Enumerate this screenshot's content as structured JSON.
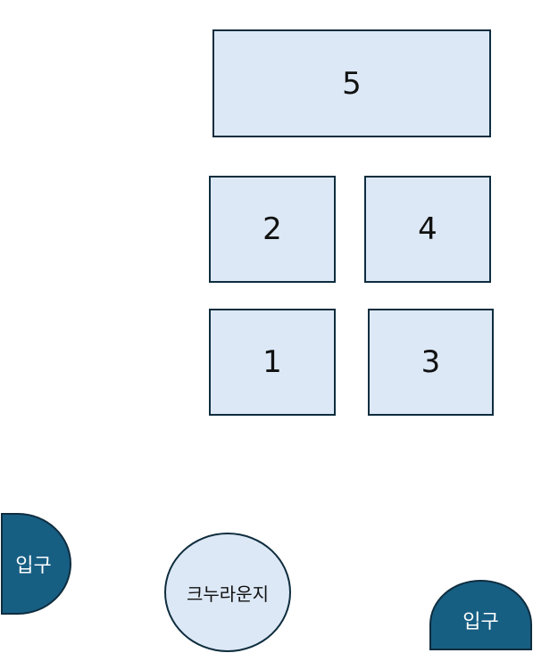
{
  "diagram": {
    "tables": [
      {
        "id": "5",
        "label": "5"
      },
      {
        "id": "2",
        "label": "2"
      },
      {
        "id": "4",
        "label": "4"
      },
      {
        "id": "1",
        "label": "1"
      },
      {
        "id": "3",
        "label": "3"
      }
    ],
    "lounge": {
      "label": "크누라운지"
    },
    "entrances": {
      "left": {
        "label": "입구"
      },
      "right": {
        "label": "입구"
      }
    },
    "colors": {
      "table_fill": "#dce8f5",
      "outline": "#0f2d3f",
      "entrance_fill": "#175e83",
      "entrance_text": "#ffffff"
    }
  }
}
